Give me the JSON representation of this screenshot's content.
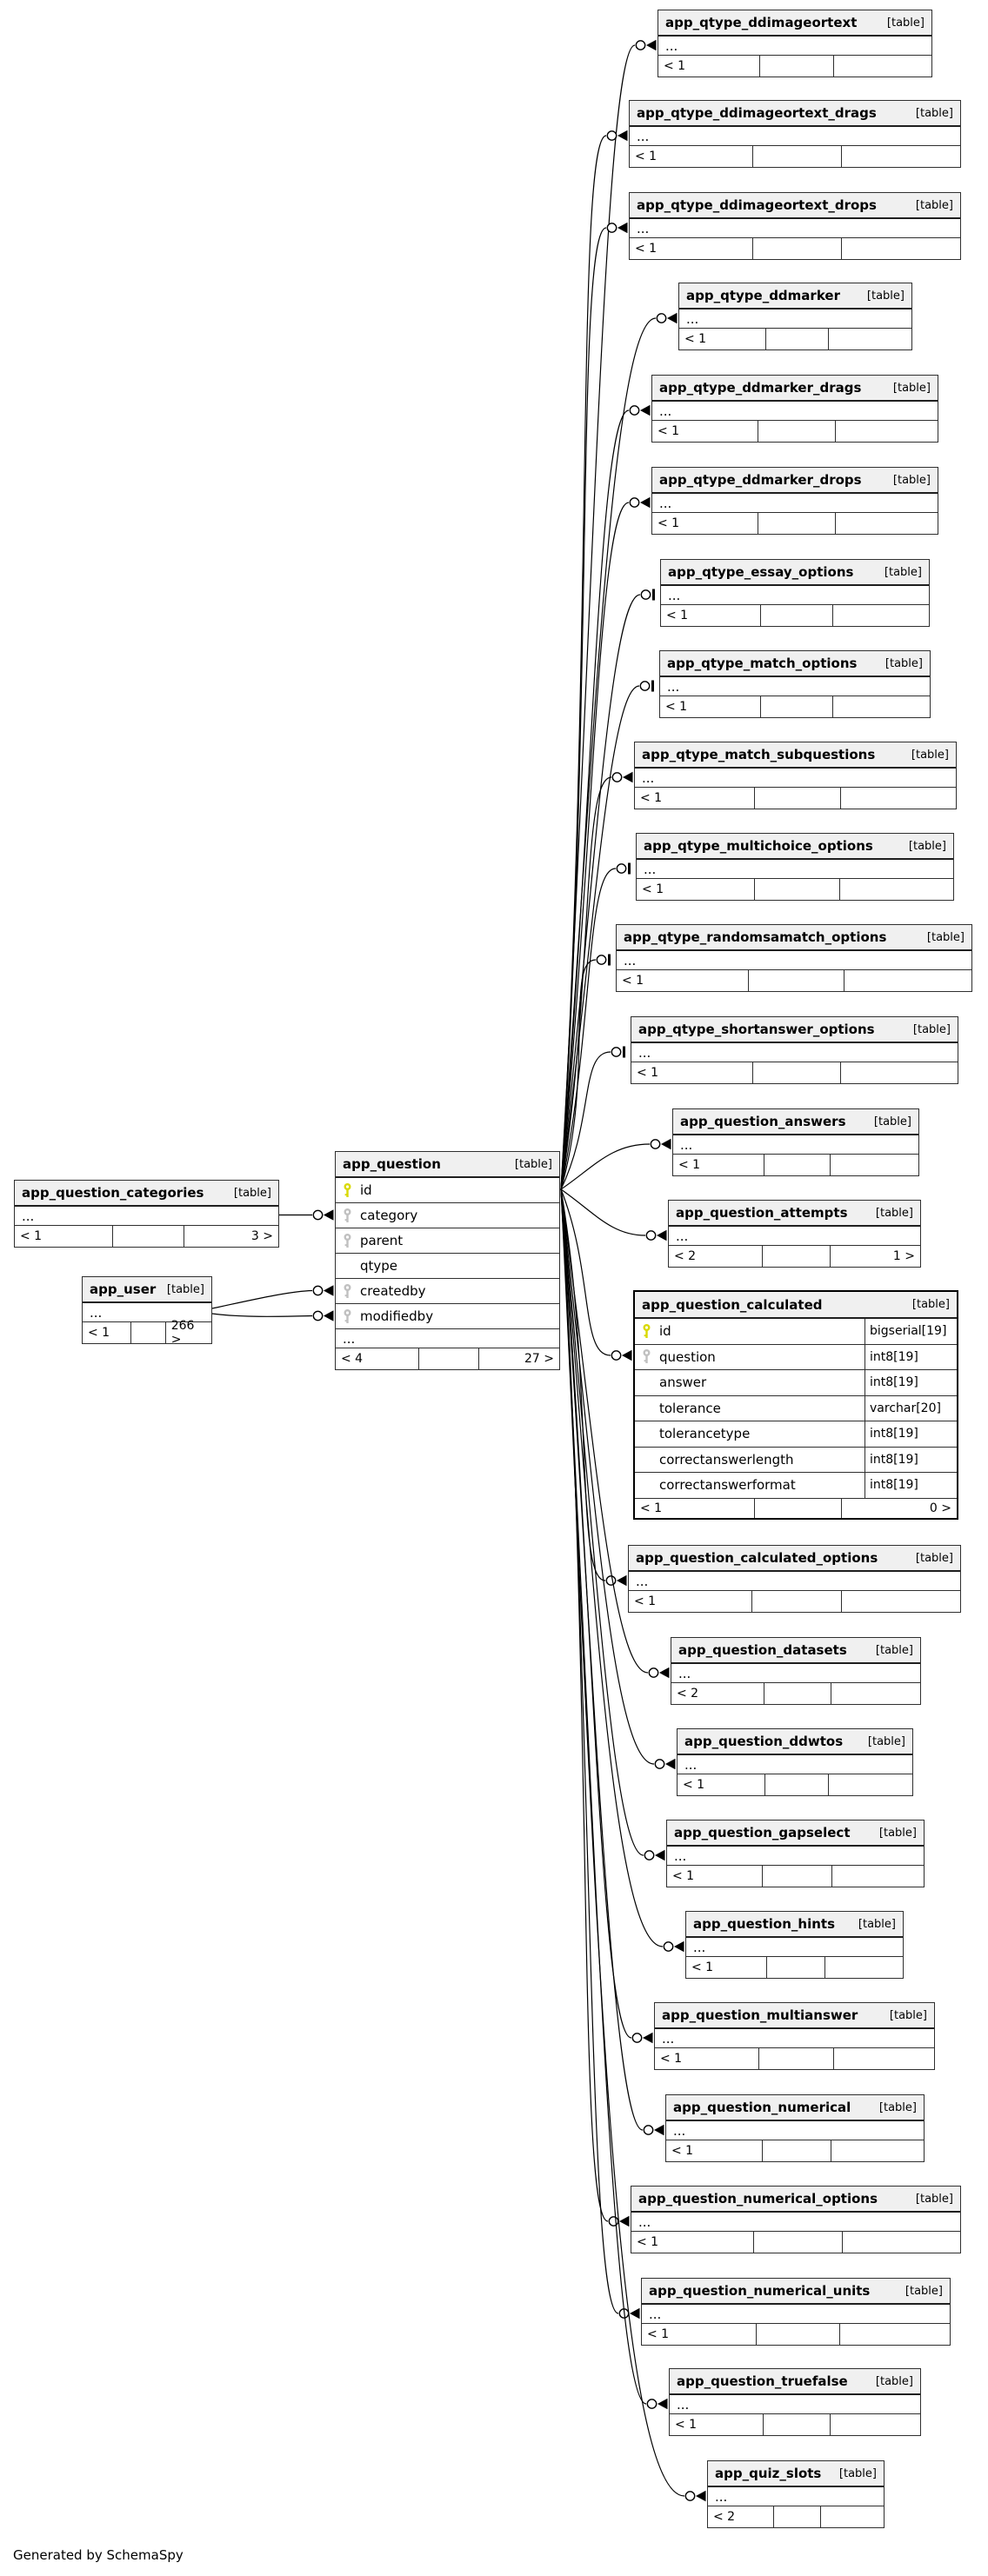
{
  "note": "Generated by SchemaSpy",
  "badge": "[table]",
  "colors": {
    "header_fill": "#f0f0f0",
    "border": "#2f2f2f",
    "primary_key": "#d9d900",
    "foreign_key": "#c0c0c0",
    "edge": "#000000"
  },
  "tables": [
    {
      "name": "app_qtype_ddimageortext",
      "rows": [
        {
          "label": "..."
        }
      ],
      "footer": {
        "left": "< 1",
        "mid": "",
        "right": ""
      }
    },
    {
      "name": "app_qtype_ddimageortext_drags",
      "rows": [
        {
          "label": "..."
        }
      ],
      "footer": {
        "left": "< 1",
        "mid": "",
        "right": ""
      }
    },
    {
      "name": "app_qtype_ddimageortext_drops",
      "rows": [
        {
          "label": "..."
        }
      ],
      "footer": {
        "left": "< 1",
        "mid": "",
        "right": ""
      }
    },
    {
      "name": "app_qtype_ddmarker",
      "rows": [
        {
          "label": "..."
        }
      ],
      "footer": {
        "left": "< 1",
        "mid": "",
        "right": ""
      }
    },
    {
      "name": "app_qtype_ddmarker_drags",
      "rows": [
        {
          "label": "..."
        }
      ],
      "footer": {
        "left": "< 1",
        "mid": "",
        "right": ""
      }
    },
    {
      "name": "app_qtype_ddmarker_drops",
      "rows": [
        {
          "label": "..."
        }
      ],
      "footer": {
        "left": "< 1",
        "mid": "",
        "right": ""
      }
    },
    {
      "name": "app_qtype_essay_options",
      "rows": [
        {
          "label": "..."
        }
      ],
      "footer": {
        "left": "< 1",
        "mid": "",
        "right": ""
      }
    },
    {
      "name": "app_qtype_match_options",
      "rows": [
        {
          "label": "..."
        }
      ],
      "footer": {
        "left": "< 1",
        "mid": "",
        "right": ""
      }
    },
    {
      "name": "app_qtype_match_subquestions",
      "rows": [
        {
          "label": "..."
        }
      ],
      "footer": {
        "left": "< 1",
        "mid": "",
        "right": ""
      }
    },
    {
      "name": "app_qtype_multichoice_options",
      "rows": [
        {
          "label": "..."
        }
      ],
      "footer": {
        "left": "< 1",
        "mid": "",
        "right": ""
      }
    },
    {
      "name": "app_qtype_randomsamatch_options",
      "rows": [
        {
          "label": "..."
        }
      ],
      "footer": {
        "left": "< 1",
        "mid": "",
        "right": ""
      }
    },
    {
      "name": "app_qtype_shortanswer_options",
      "rows": [
        {
          "label": "..."
        }
      ],
      "footer": {
        "left": "< 1",
        "mid": "",
        "right": ""
      }
    },
    {
      "name": "app_question_answers",
      "rows": [
        {
          "label": "..."
        }
      ],
      "footer": {
        "left": "< 1",
        "mid": "",
        "right": ""
      }
    },
    {
      "name": "app_question_attempts",
      "rows": [
        {
          "label": "..."
        }
      ],
      "footer": {
        "left": "< 2",
        "mid": "",
        "right": "1 >"
      }
    },
    {
      "name": "app_question_calculated",
      "rows": [
        {
          "label": "id",
          "key": "primary",
          "type": "bigserial[19]"
        },
        {
          "label": "question",
          "key": "foreign",
          "type": "int8[19]"
        },
        {
          "label": "answer",
          "type": "int8[19]"
        },
        {
          "label": "tolerance",
          "type": "varchar[20]"
        },
        {
          "label": "tolerancetype",
          "type": "int8[19]"
        },
        {
          "label": "correctanswerlength",
          "type": "int8[19]"
        },
        {
          "label": "correctanswerformat",
          "type": "int8[19]"
        }
      ],
      "footer": {
        "left": "< 1",
        "mid": "",
        "right": "0 >"
      }
    },
    {
      "name": "app_question_calculated_options",
      "rows": [
        {
          "label": "..."
        }
      ],
      "footer": {
        "left": "< 1",
        "mid": "",
        "right": ""
      }
    },
    {
      "name": "app_question_datasets",
      "rows": [
        {
          "label": "..."
        }
      ],
      "footer": {
        "left": "< 2",
        "mid": "",
        "right": ""
      }
    },
    {
      "name": "app_question_ddwtos",
      "rows": [
        {
          "label": "..."
        }
      ],
      "footer": {
        "left": "< 1",
        "mid": "",
        "right": ""
      }
    },
    {
      "name": "app_question_gapselect",
      "rows": [
        {
          "label": "..."
        }
      ],
      "footer": {
        "left": "< 1",
        "mid": "",
        "right": ""
      }
    },
    {
      "name": "app_question_hints",
      "rows": [
        {
          "label": "..."
        }
      ],
      "footer": {
        "left": "< 1",
        "mid": "",
        "right": ""
      }
    },
    {
      "name": "app_question_multianswer",
      "rows": [
        {
          "label": "..."
        }
      ],
      "footer": {
        "left": "< 1",
        "mid": "",
        "right": ""
      }
    },
    {
      "name": "app_question_numerical",
      "rows": [
        {
          "label": "..."
        }
      ],
      "footer": {
        "left": "< 1",
        "mid": "",
        "right": ""
      }
    },
    {
      "name": "app_question_numerical_options",
      "rows": [
        {
          "label": "..."
        }
      ],
      "footer": {
        "left": "< 1",
        "mid": "",
        "right": ""
      }
    },
    {
      "name": "app_question_numerical_units",
      "rows": [
        {
          "label": "..."
        }
      ],
      "footer": {
        "left": "< 1",
        "mid": "",
        "right": ""
      }
    },
    {
      "name": "app_question_truefalse",
      "rows": [
        {
          "label": "..."
        }
      ],
      "footer": {
        "left": "< 1",
        "mid": "",
        "right": ""
      }
    },
    {
      "name": "app_quiz_slots",
      "rows": [
        {
          "label": "..."
        }
      ],
      "footer": {
        "left": "< 2",
        "mid": "",
        "right": ""
      }
    },
    {
      "name": "app_question_categories",
      "rows": [
        {
          "label": "..."
        }
      ],
      "footer": {
        "left": "< 1",
        "mid": "",
        "right": "3 >"
      }
    },
    {
      "name": "app_user",
      "rows": [
        {
          "label": "..."
        }
      ],
      "footer": {
        "left": "< 1",
        "mid": "",
        "right": "266 >"
      }
    },
    {
      "name": "app_question",
      "rows": [
        {
          "label": "id",
          "key": "primary"
        },
        {
          "label": "category",
          "key": "foreign"
        },
        {
          "label": "parent",
          "key": "foreign"
        },
        {
          "label": "qtype"
        },
        {
          "label": "createdby",
          "key": "foreign"
        },
        {
          "label": "modifiedby",
          "key": "foreign"
        },
        {
          "label": "..."
        }
      ],
      "footer": {
        "left": "< 4",
        "mid": "",
        "right": "27 >"
      }
    }
  ],
  "relationships": {
    "hub": "app_question",
    "targets": [
      "app_qtype_ddimageortext",
      "app_qtype_ddimageortext_drags",
      "app_qtype_ddimageortext_drops",
      "app_qtype_ddmarker",
      "app_qtype_ddmarker_drags",
      "app_qtype_ddmarker_drops",
      "app_qtype_essay_options",
      "app_qtype_match_options",
      "app_qtype_match_subquestions",
      "app_qtype_multichoice_options",
      "app_qtype_randomsamatch_options",
      "app_qtype_shortanswer_options",
      "app_question_answers",
      "app_question_attempts",
      "app_question_calculated",
      "app_question_calculated_options",
      "app_question_datasets",
      "app_question_ddwtos",
      "app_question_gapselect",
      "app_question_hints",
      "app_question_multianswer",
      "app_question_numerical",
      "app_question_numerical_options",
      "app_question_numerical_units",
      "app_question_truefalse",
      "app_quiz_slots"
    ],
    "incoming": [
      {
        "from": "app_question_categories",
        "to_column": "category"
      },
      {
        "from": "app_user",
        "to_column": "createdby"
      },
      {
        "from": "app_user",
        "to_column": "modifiedby"
      }
    ]
  }
}
